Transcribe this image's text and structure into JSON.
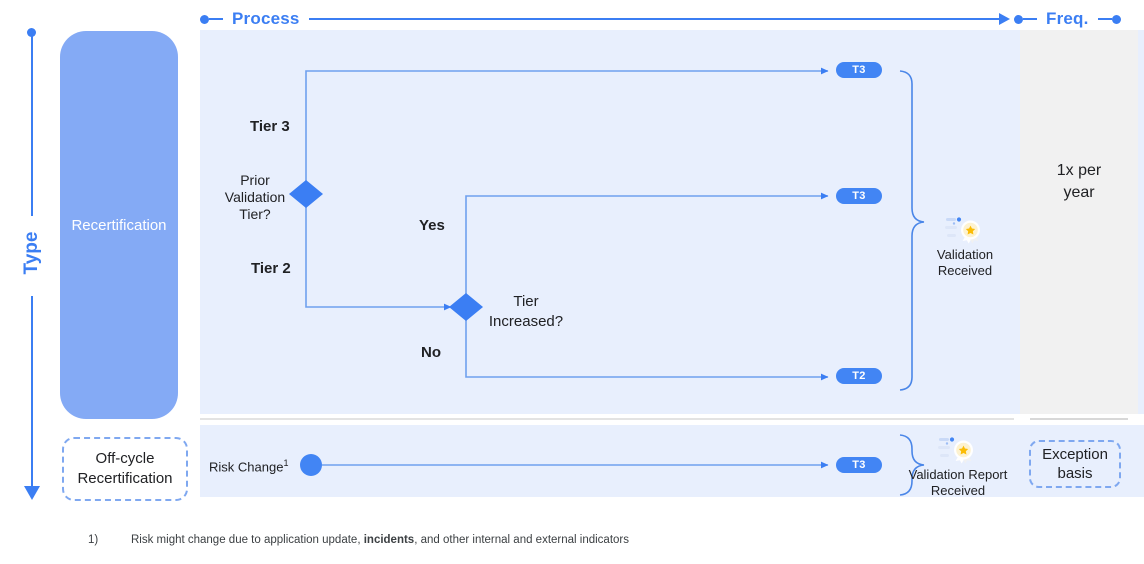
{
  "axes": {
    "vertical": {
      "label": "Type"
    },
    "columns": [
      {
        "key": "process",
        "label": "Process"
      },
      {
        "key": "frequency",
        "label": "Freq."
      }
    ]
  },
  "types": [
    {
      "id": "recertification",
      "label": "Recertification",
      "style": "filled",
      "color": "#84aaf5"
    },
    {
      "id": "off-cycle",
      "label": "Off-cycle\nRecertification",
      "line1": "Off-cycle",
      "line2": "Recertification",
      "style": "dashed"
    }
  ],
  "rows": [
    {
      "id": "recertification-row",
      "type": "Recertification",
      "frequency": {
        "line1": "1x per",
        "line2": "year"
      },
      "result": {
        "icon": "validation-badge-icon",
        "line1": "Validation",
        "line2": "Received"
      },
      "flow": {
        "start_decision": {
          "label": "Prior\nValidation\nTier?",
          "line1": "Prior",
          "line2": "Validation",
          "line3": "Tier?"
        },
        "branches": [
          {
            "label": "Tier 3",
            "outcome": "T3"
          },
          {
            "label": "Tier 2",
            "next_decision": "Tier Increased?"
          }
        ],
        "second_decision": {
          "label": "Tier\nIncreased?",
          "line1": "Tier",
          "line2": "Increased?"
        },
        "second_branches": [
          {
            "label": "Yes",
            "outcome": "T3"
          },
          {
            "label": "No",
            "outcome": "T2"
          }
        ],
        "outcomes": [
          {
            "badge": "T3",
            "from": "Tier 3"
          },
          {
            "badge": "T3",
            "from": "Yes"
          },
          {
            "badge": "T2",
            "from": "No"
          }
        ]
      }
    },
    {
      "id": "off-cycle-row",
      "type": "Off-cycle Recertification",
      "frequency": {
        "line1": "Exception",
        "line2": "basis"
      },
      "result": {
        "icon": "validation-badge-icon",
        "line1": "Validation Report",
        "line2": "Received"
      },
      "flow": {
        "trigger": {
          "label": "Risk Change",
          "footnote_marker": "1"
        },
        "outcomes": [
          {
            "badge": "T3"
          }
        ]
      }
    }
  ],
  "footnote": {
    "number": "1)",
    "text_before": "Risk might change due to application update, ",
    "emphasis": "incidents",
    "text_after": ", and other internal and external indicators"
  },
  "colors": {
    "accent": "#3b7ef3",
    "badge": "#4285f4",
    "type_fill": "#84aaf5",
    "panel_bg": "#e8effd",
    "freq_inner_bg": "#f1f1f1",
    "connector": "#6fa0ee"
  }
}
